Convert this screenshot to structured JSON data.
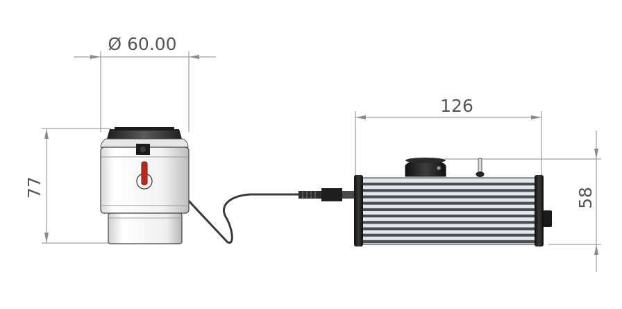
{
  "dimensions": {
    "diameter": "Ø 60.00",
    "camera_height": "77",
    "box_length": "126",
    "box_height": "58"
  },
  "colors": {
    "dimension_line": "#8a8a8a",
    "dimension_text": "#555555",
    "body_white": "#f4f4f4",
    "dark_part": "#2b2b2b",
    "knob_red": "#b82a1e",
    "cable": "#3a3a3a"
  },
  "icons": {
    "camera": "camera-head-icon",
    "controller": "controller-box-icon"
  }
}
